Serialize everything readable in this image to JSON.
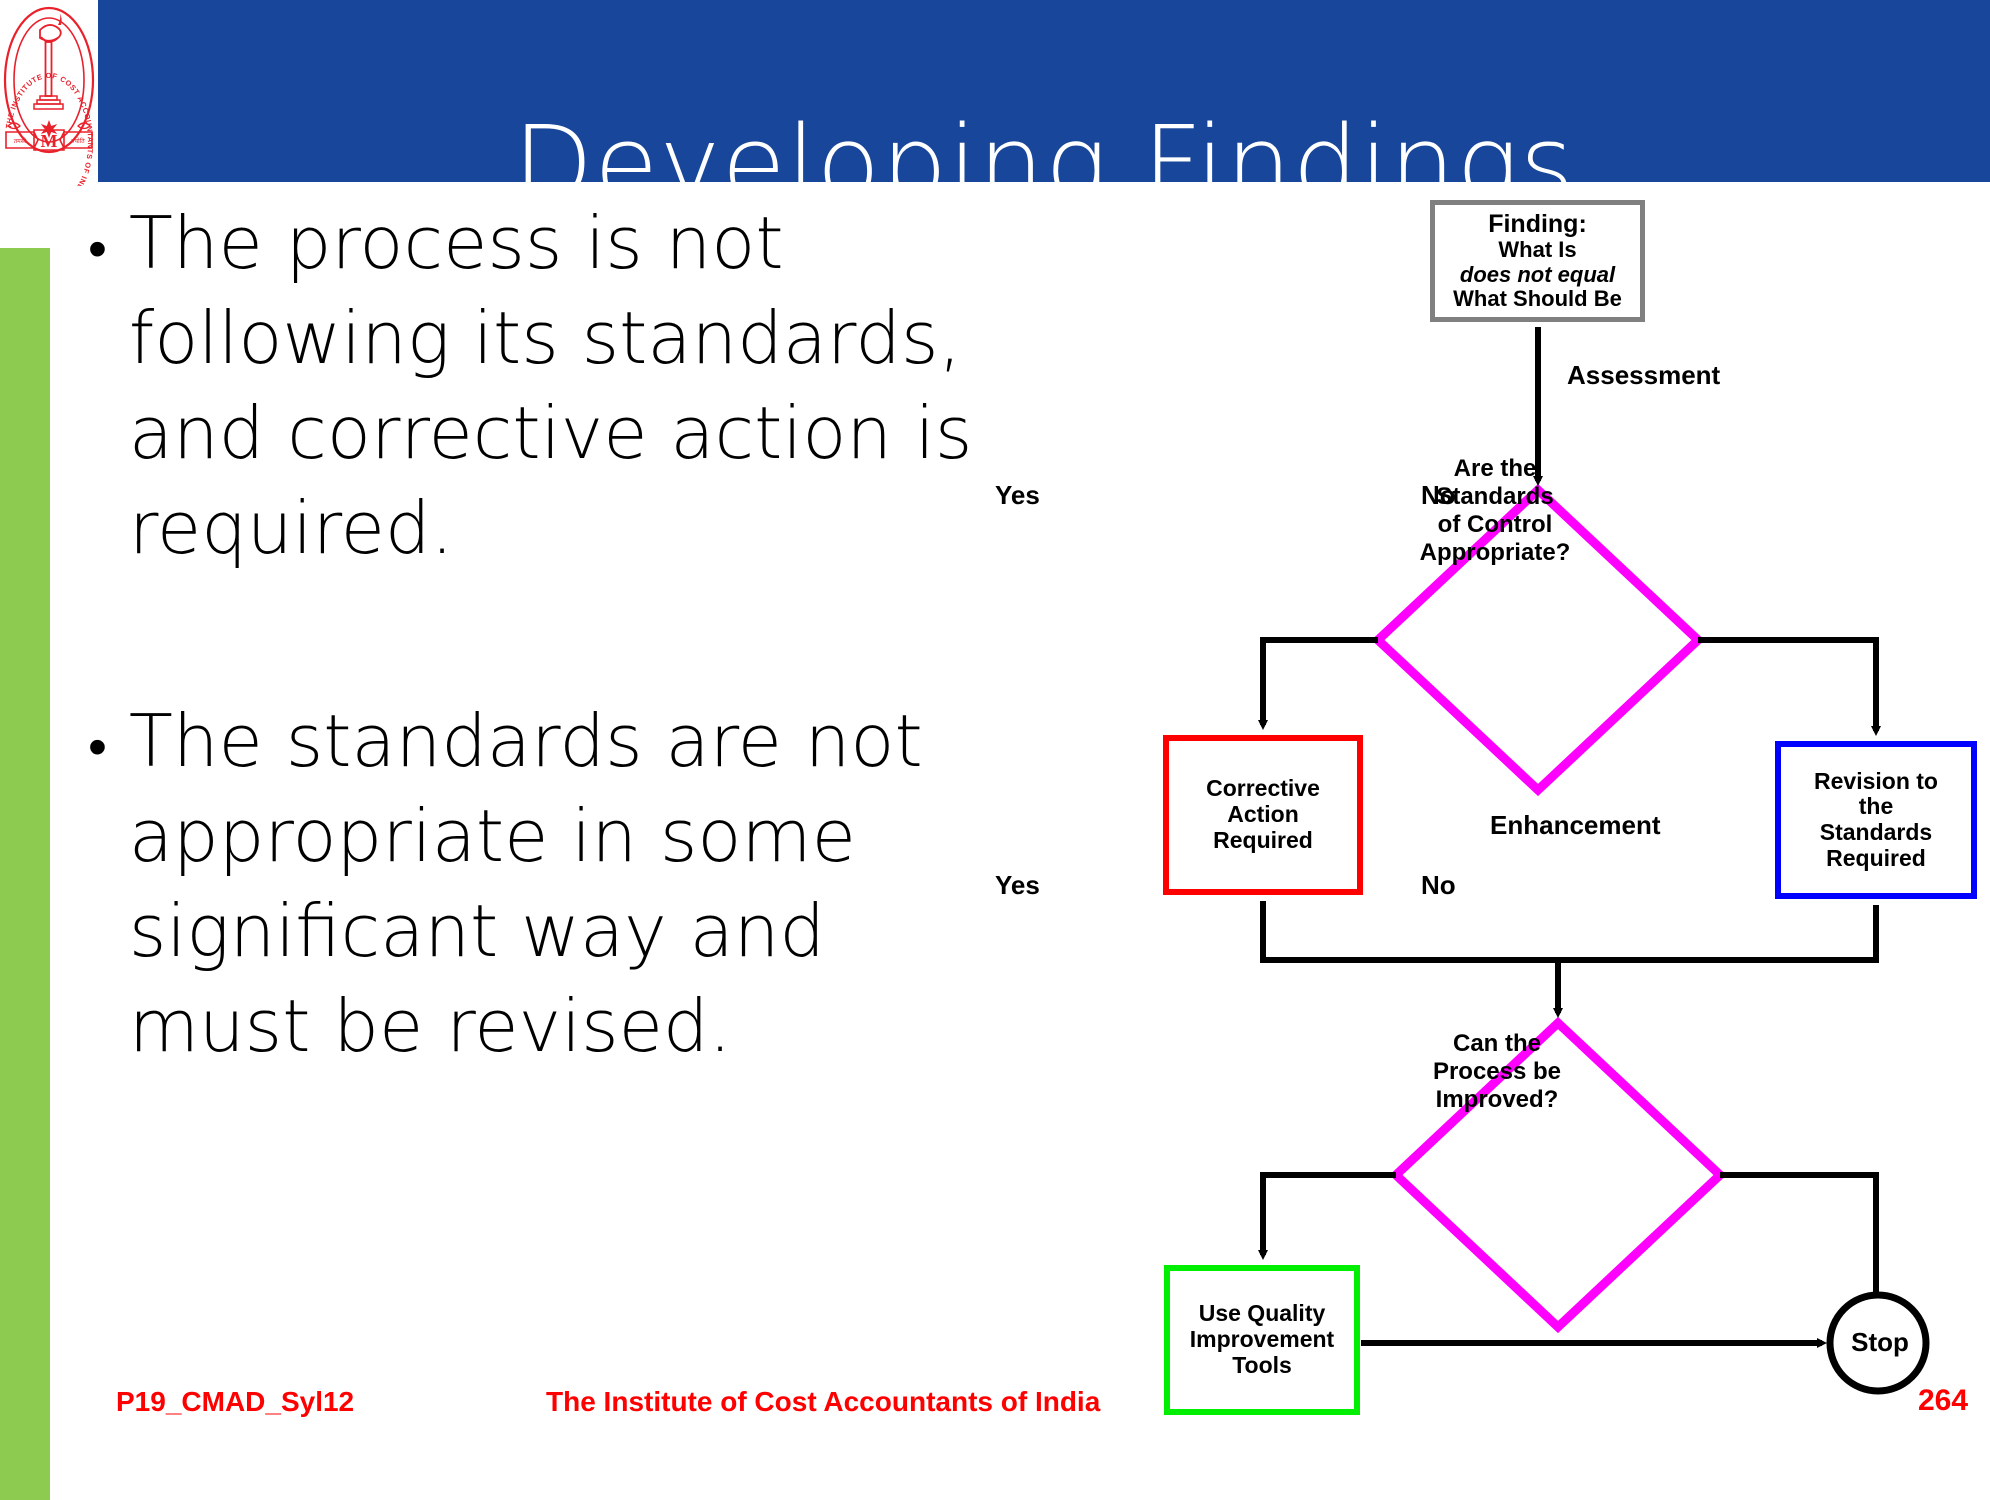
{
  "slide": {
    "title": "Developing Findings",
    "header_color": "#18469B",
    "accent_stripe_color": "#8DCB50"
  },
  "logo": {
    "name": "institute-of-cost-accountants-of-india-logo",
    "ring_text": "THE INSTITUTE OF COST ACCOUNTANTS OF INDIA",
    "banner_left": "तमसो मा",
    "banner_right": "ज्योतिर्गमय",
    "monogram": "M",
    "color": "#E8212B"
  },
  "bullets": [
    "The process is not following its standards, and corrective action is required.",
    "The standards are not appropriate in some significant way and must be revised."
  ],
  "bullet_marker": "•",
  "flowchart": {
    "finding": {
      "title": "Finding:",
      "line1": "What Is",
      "line2_italic": "does not equal",
      "line3": "What Should Be",
      "border_color": "#808080"
    },
    "assessment_label": "Assessment",
    "enhancement_label": "Enhancement",
    "decision_1": "Are the Standards of Control Appropriate?",
    "decision_1_lines": [
      "Are the",
      "Standards",
      "of Control",
      "Appropriate?"
    ],
    "decision_2": "Can the Process be Improved?",
    "decision_2_lines": [
      "Can the",
      "Process be",
      "Improved?"
    ],
    "decision_border_color": "#FF00FF",
    "yes_label_1": "Yes",
    "no_label_1": "No",
    "yes_label_2": "Yes",
    "no_label_2": "No",
    "corrective": {
      "lines": [
        "Corrective",
        "Action",
        "Required"
      ],
      "border_color": "#FF0000"
    },
    "revision": {
      "lines": [
        "Revision to",
        "the",
        "Standards",
        "Required"
      ],
      "border_color": "#0000FF"
    },
    "quality": {
      "lines": [
        "Use Quality",
        "Improvement",
        "Tools"
      ],
      "border_color": "#00EE00"
    },
    "stop": "Stop"
  },
  "footer": {
    "left": "P19_CMAD_Syl12",
    "center": "The Institute of Cost Accountants of India",
    "page": "264",
    "color": "#FF0000"
  }
}
